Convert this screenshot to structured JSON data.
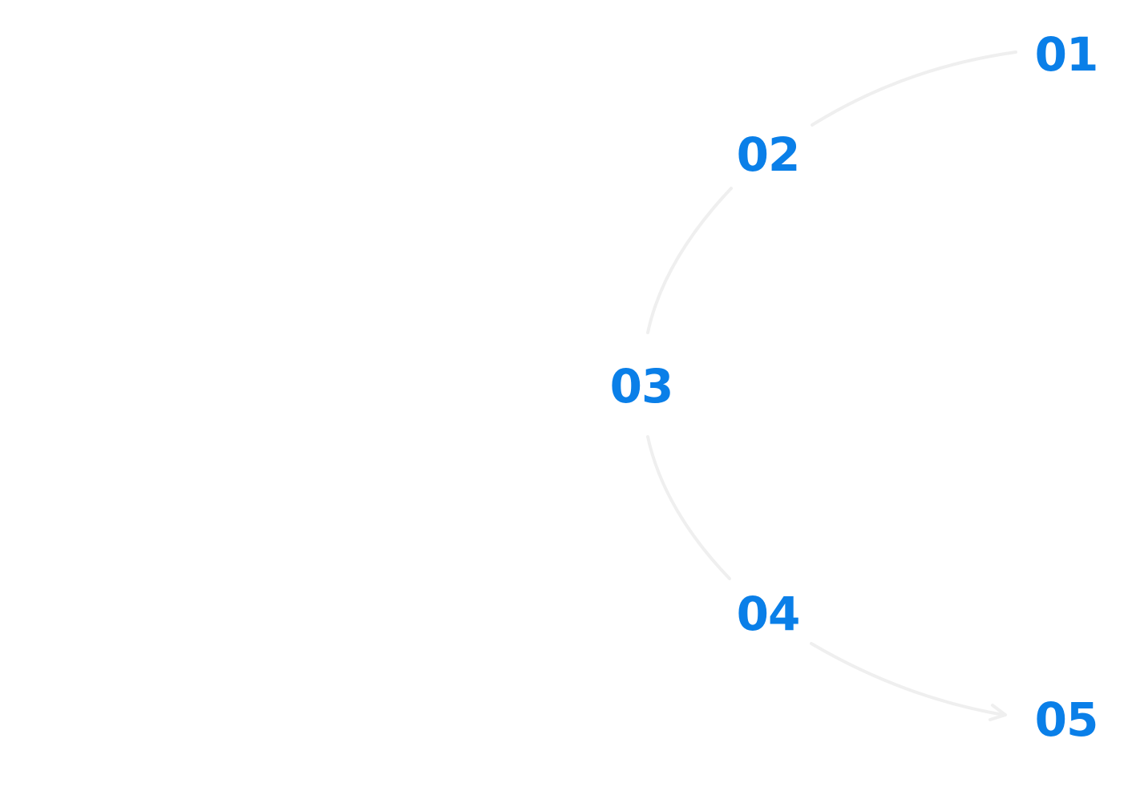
{
  "colors": {
    "number": "#0a7fe8",
    "connector": "#efefef",
    "background": "#ffffff"
  },
  "steps": [
    {
      "label": "01"
    },
    {
      "label": "02"
    },
    {
      "label": "03"
    },
    {
      "label": "04"
    },
    {
      "label": "05"
    }
  ]
}
